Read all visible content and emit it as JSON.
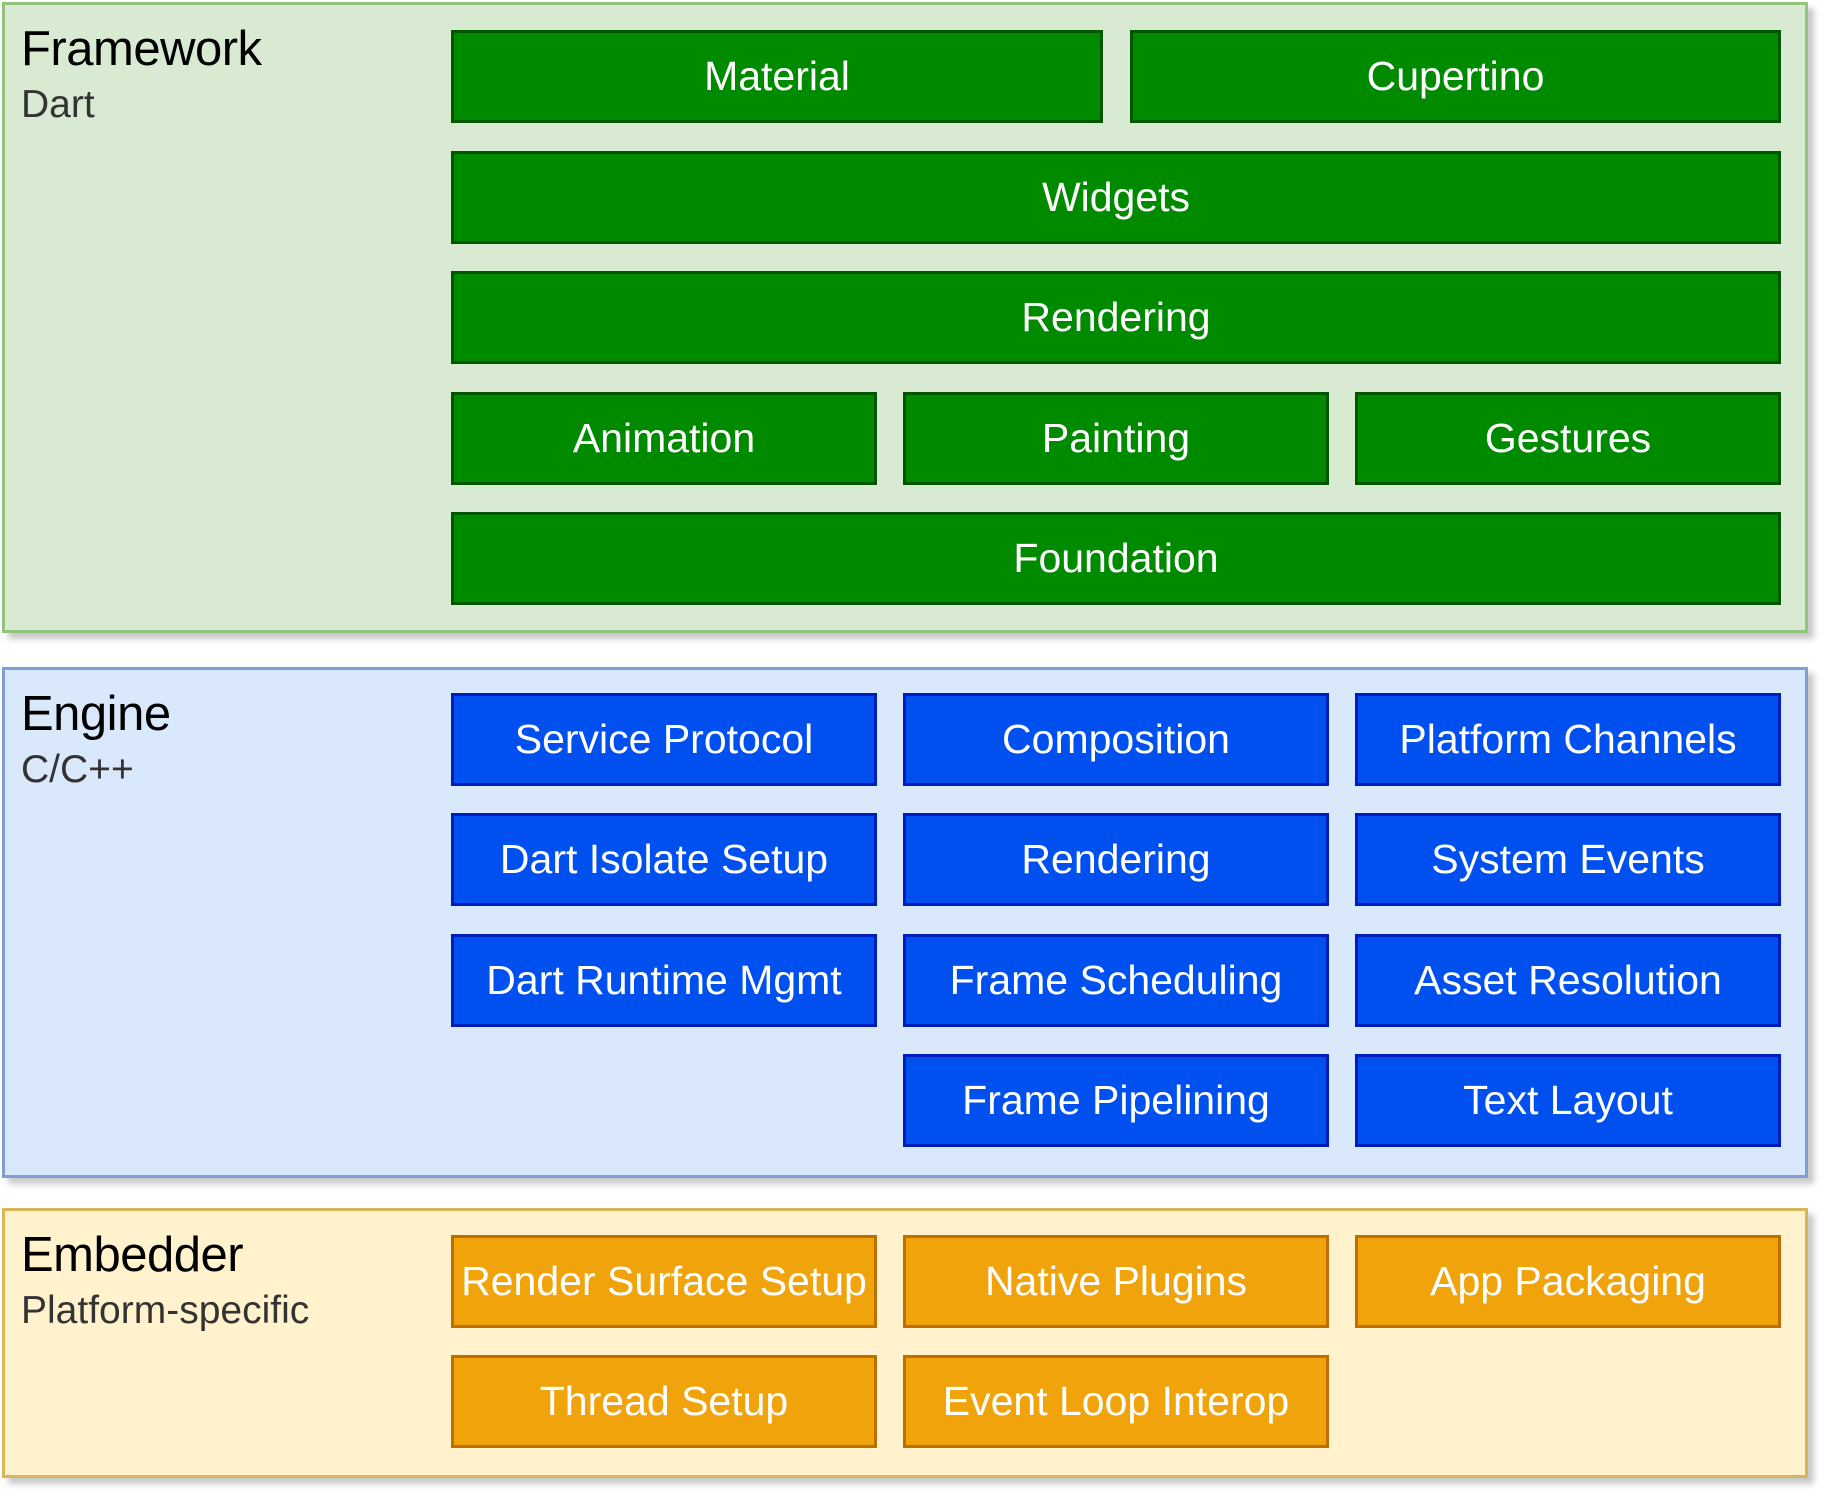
{
  "layers": {
    "framework": {
      "title": "Framework",
      "subtitle": "Dart",
      "background": "#d9ead3",
      "border": "#93c47d",
      "box_color": "#008a00",
      "boxes": {
        "material": "Material",
        "cupertino": "Cupertino",
        "widgets": "Widgets",
        "rendering": "Rendering",
        "animation": "Animation",
        "painting": "Painting",
        "gestures": "Gestures",
        "foundation": "Foundation"
      }
    },
    "engine": {
      "title": "Engine",
      "subtitle": "C/C++",
      "background": "#dae8fb",
      "border": "#7e9fd3",
      "box_color": "#0050ef",
      "boxes": {
        "service_protocol": "Service Protocol",
        "composition": "Composition",
        "platform_channels": "Platform Channels",
        "dart_isolate_setup": "Dart Isolate Setup",
        "rendering": "Rendering",
        "system_events": "System Events",
        "dart_runtime_mgmt": "Dart Runtime Mgmt",
        "frame_scheduling": "Frame Scheduling",
        "asset_resolution": "Asset Resolution",
        "frame_pipelining": "Frame Pipelining",
        "text_layout": "Text Layout"
      }
    },
    "embedder": {
      "title": "Embedder",
      "subtitle": "Platform-specific",
      "background": "#fff2cc",
      "border": "#d6b656",
      "box_color": "#f0a30a",
      "boxes": {
        "render_surface_setup": "Render Surface Setup",
        "native_plugins": "Native Plugins",
        "app_packaging": "App Packaging",
        "thread_setup": "Thread Setup",
        "event_loop_interop": "Event Loop Interop"
      }
    }
  }
}
